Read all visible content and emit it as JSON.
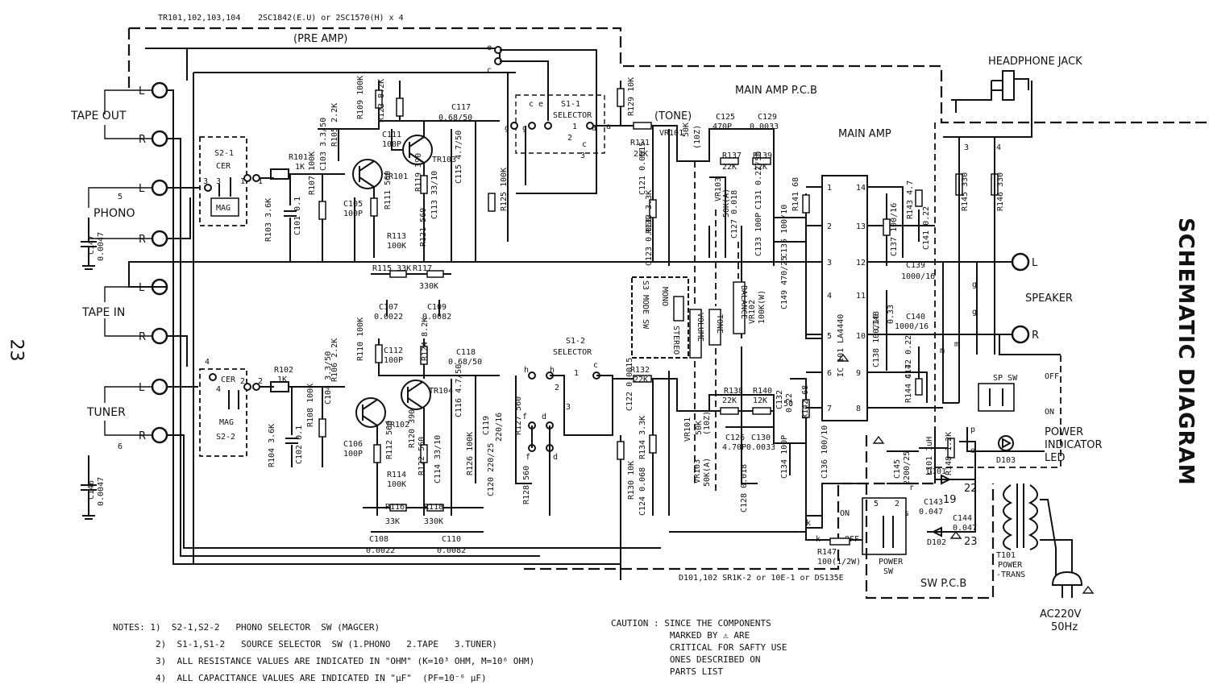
{
  "title": "SCHEMATIC DIAGRAM",
  "page_number": "23",
  "header": {
    "transistors": "TR101,102,103,104",
    "transistor_types": "2SC1842(E.U) or 2SC1570(H) x 4"
  },
  "sections": {
    "pre_amp": "(PRE AMP)",
    "main_amp_pcb": "MAIN AMP P.C.B",
    "main_amp": "MAIN AMP",
    "tone": "(TONE)",
    "sw_pcb": "SW P.C.B"
  },
  "io_labels": {
    "tape_out": "TAPE OUT",
    "phono": "PHONO",
    "tape_in": "TAPE IN",
    "tuner": "TUNER",
    "headphone_jack": "HEADPHONE JACK",
    "speaker": "SPEAKER",
    "power_indicator_led": [
      "POWER",
      "INDICATOR",
      "LED"
    ],
    "power_trans": [
      "T101",
      "POWER",
      "-TRANS"
    ],
    "ac_input": [
      "AC220V",
      "50Hz"
    ],
    "channel_L": "L",
    "channel_R": "R",
    "power_sw": [
      "POWER",
      "SW"
    ],
    "sp_sw": "SP SW",
    "off": "OFF",
    "on": "ON"
  },
  "switches": {
    "s1_1": [
      "S1-1",
      "SELECTOR"
    ],
    "s1_2": [
      "S1-2",
      "SELECTOR"
    ],
    "s2_1": [
      "S2-1",
      "CER",
      "MAG"
    ],
    "s2_2": [
      "CER",
      "MAG",
      "S2-2"
    ],
    "s3": [
      "S3 MODE SW",
      "MONO",
      "STEREO"
    ],
    "volume": "VOLUME",
    "tone_ctrl": "TONE",
    "balance": "BALANCE"
  },
  "ic": {
    "label": "IC 101  LA4440",
    "pins_left": [
      "1",
      "2",
      "3",
      "4",
      "5",
      "6",
      "7"
    ],
    "pins_right": [
      "14",
      "13",
      "12",
      "11",
      "10",
      "9",
      "8"
    ]
  },
  "components": [
    {
      "ref": "R109",
      "value": "100K"
    },
    {
      "ref": "R123",
      "value": "8.2K"
    },
    {
      "ref": "C117",
      "value": "0.68/50"
    },
    {
      "ref": "C111",
      "value": "100P"
    },
    {
      "ref": "TR103",
      "value": ""
    },
    {
      "ref": "TR101",
      "value": ""
    },
    {
      "ref": "R105",
      "value": "2.2K"
    },
    {
      "ref": "C103",
      "value": "3.3/50"
    },
    {
      "ref": "R101",
      "value": "1K"
    },
    {
      "ref": "R107",
      "value": "100K"
    },
    {
      "ref": "C105",
      "value": "100P"
    },
    {
      "ref": "R111",
      "value": "560"
    },
    {
      "ref": "R119",
      "value": "390"
    },
    {
      "ref": "C113",
      "value": "33/10"
    },
    {
      "ref": "C115",
      "value": "4.7/50"
    },
    {
      "ref": "R103",
      "value": "3.6K"
    },
    {
      "ref": "C101",
      "value": "0.1"
    },
    {
      "ref": "R113",
      "value": "100K"
    },
    {
      "ref": "R121",
      "value": "560"
    },
    {
      "ref": "R115",
      "value": "33K"
    },
    {
      "ref": "R117",
      "value": "330K"
    },
    {
      "ref": "C107",
      "value": "0.0022"
    },
    {
      "ref": "C109",
      "value": "0.0082"
    },
    {
      "ref": "R125",
      "value": "100K"
    },
    {
      "ref": "C147",
      "value": "0.0047"
    },
    {
      "ref": "C146",
      "value": "0.0047"
    },
    {
      "ref": "R110",
      "value": "100K"
    },
    {
      "ref": "R124",
      "value": "8.2K"
    },
    {
      "ref": "C112",
      "value": "100P"
    },
    {
      "ref": "C118",
      "value": "0.68/50"
    },
    {
      "ref": "R106",
      "value": "2.2K"
    },
    {
      "ref": "R102",
      "value": "1K"
    },
    {
      "ref": "R108",
      "value": "100K"
    },
    {
      "ref": "C104",
      "value": "3.3/50"
    },
    {
      "ref": "TR104",
      "value": ""
    },
    {
      "ref": "TR102",
      "value": ""
    },
    {
      "ref": "C106",
      "value": "100P"
    },
    {
      "ref": "R112",
      "value": "560"
    },
    {
      "ref": "R120",
      "value": "390"
    },
    {
      "ref": "R122",
      "value": "560"
    },
    {
      "ref": "C114",
      "value": "33/10"
    },
    {
      "ref": "C116",
      "value": "4.7/50"
    },
    {
      "ref": "R104",
      "value": "3.6K"
    },
    {
      "ref": "C102",
      "value": "0.1"
    },
    {
      "ref": "R114",
      "value": "100K"
    },
    {
      "ref": "R116",
      "value": "33K"
    },
    {
      "ref": "R118",
      "value": "330K"
    },
    {
      "ref": "C108",
      "value": "0.0022"
    },
    {
      "ref": "C110",
      "value": "0.0082"
    },
    {
      "ref": "R126",
      "value": "100K"
    },
    {
      "ref": "C119",
      "value": "220/16"
    },
    {
      "ref": "R127",
      "value": "560"
    },
    {
      "ref": "C120",
      "value": "220/25"
    },
    {
      "ref": "R128",
      "value": "560"
    },
    {
      "ref": "R129",
      "value": "10K"
    },
    {
      "ref": "R130",
      "value": "10K"
    },
    {
      "ref": "R131",
      "value": "22K"
    },
    {
      "ref": "R132",
      "value": "22K"
    },
    {
      "ref": "C121",
      "value": "0.0015"
    },
    {
      "ref": "C122",
      "value": "0.0015"
    },
    {
      "ref": "R133",
      "value": "3.3K"
    },
    {
      "ref": "R134",
      "value": "3.3K"
    },
    {
      "ref": "C123",
      "value": "0.068"
    },
    {
      "ref": "C124",
      "value": "0.068"
    },
    {
      "ref": "VR101",
      "value": "50K (10Z)"
    },
    {
      "ref": "C125",
      "value": "470P"
    },
    {
      "ref": "C126",
      "value": "470P"
    },
    {
      "ref": "C129",
      "value": "0.0033"
    },
    {
      "ref": "C130",
      "value": "0.0033"
    },
    {
      "ref": "R137",
      "value": "22K"
    },
    {
      "ref": "R138",
      "value": "22K"
    },
    {
      "ref": "R139",
      "value": "12K"
    },
    {
      "ref": "R140",
      "value": "12K"
    },
    {
      "ref": "VR103",
      "value": "50K(A)"
    },
    {
      "ref": "C127",
      "value": "0.018"
    },
    {
      "ref": "C128",
      "value": "0.018"
    },
    {
      "ref": "C131",
      "value": "0.22/50"
    },
    {
      "ref": "C132",
      "value": "0.22/50"
    },
    {
      "ref": "C133",
      "value": "100P"
    },
    {
      "ref": "C134",
      "value": "100P"
    },
    {
      "ref": "R141",
      "value": "68"
    },
    {
      "ref": "R142",
      "value": "68"
    },
    {
      "ref": "C135",
      "value": "100/10"
    },
    {
      "ref": "C136",
      "value": "100/10"
    },
    {
      "ref": "C149",
      "value": "470/25"
    },
    {
      "ref": "VR102",
      "value": "100K(W)"
    },
    {
      "ref": "C137",
      "value": "100/16"
    },
    {
      "ref": "C138",
      "value": "100/16"
    },
    {
      "ref": "C139",
      "value": "1000/16"
    },
    {
      "ref": "C140",
      "value": "1000/16"
    },
    {
      "ref": "C141",
      "value": "0.22"
    },
    {
      "ref": "C142",
      "value": "0.22"
    },
    {
      "ref": "R143",
      "value": "4.7"
    },
    {
      "ref": "R144",
      "value": "4.7"
    },
    {
      "ref": "C148",
      "value": "0.33"
    },
    {
      "ref": "R145",
      "value": "330"
    },
    {
      "ref": "R146",
      "value": "330"
    },
    {
      "ref": "C145",
      "value": "2200/25"
    },
    {
      "ref": "L101",
      "value": "1uH"
    },
    {
      "ref": "R148",
      "value": "1.2K"
    },
    {
      "ref": "D101",
      "value": ""
    },
    {
      "ref": "D102",
      "value": ""
    },
    {
      "ref": "D103",
      "value": ""
    },
    {
      "ref": "C143",
      "value": "0.047"
    },
    {
      "ref": "C144",
      "value": "0.047"
    },
    {
      "ref": "R147",
      "value": "100(1/2W)"
    }
  ],
  "diode_note": "D101,102 SR1K-2 or 10E-1 or DS135E",
  "notes": {
    "heading": "NOTES:",
    "items": [
      "1)  S2-1,S2-2   PHONO SELECTOR  SW (MAGCER)",
      "2)  S1-1,S1-2   SOURCE SELECTOR  SW (1.PHONO   2.TAPE   3.TUNER)",
      "3)  ALL RESISTANCE VALUES ARE INDICATED IN \"OHM\" (K=10³ OHM, M=10⁶ OHM)",
      "4)  ALL CAPACITANCE VALUES ARE INDICATED IN \"µF\"  (PF=10⁻⁶ µF)"
    ]
  },
  "caution": {
    "heading": "CAUTION :",
    "lines": [
      "SINCE THE COMPONENTS",
      "MARKED BY ⚠ ARE",
      "CRITICAL FOR SAFTY USE",
      "ONES DESCRIBED ON",
      "PARTS LIST"
    ]
  }
}
